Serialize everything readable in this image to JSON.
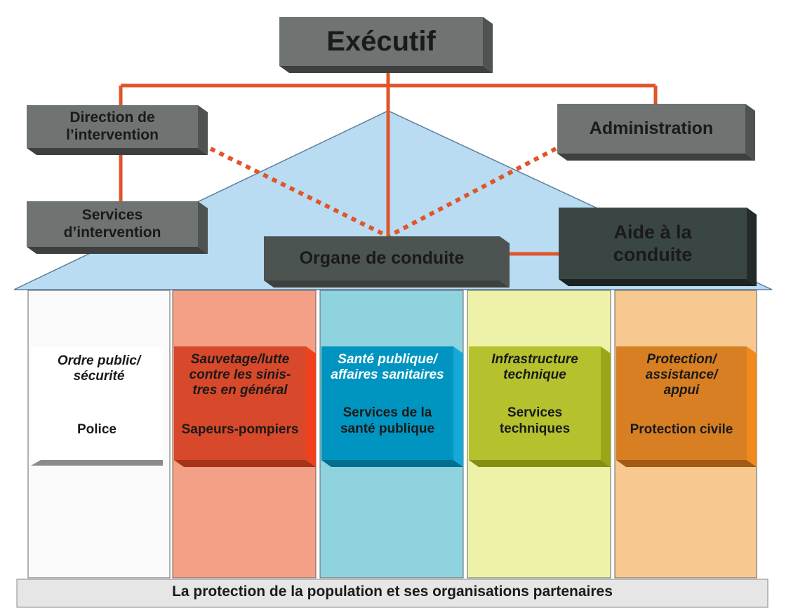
{
  "org": {
    "executif": "Exécutif",
    "direction": "Direction de\nl’intervention",
    "administration": "Administration",
    "services_intervention": "Services\nd’intervention",
    "organe": "Organe de conduite",
    "aide": "Aide à la\nconduite"
  },
  "pillars": [
    {
      "title": "Ordre public/\nsécurité",
      "service": "Police"
    },
    {
      "title": "Sauvetage/lutte\ncontre les sinis-\ntres en général",
      "service": "Sapeurs-pompiers"
    },
    {
      "title": "Santé publique/\naffaires sanitaires",
      "service": "Services de la\nsanté publique"
    },
    {
      "title": "Infrastructure\ntechnique",
      "service": "Services\ntechniques"
    },
    {
      "title": "Protection/\nassistance/\nappui",
      "service": "Protection civile"
    }
  ],
  "footer": "La protection de la population et ses organisations partenaires",
  "colors": {
    "roof": "#b9dcf2",
    "connector": "#e0552a",
    "grey_box": "#6f7371",
    "dark_box": "#3a4644",
    "pillar_bg": [
      "#fafafa",
      "#f4a087",
      "#8fd3df",
      "#eef2a8",
      "#f8c891"
    ],
    "card_front": [
      "#ffffff",
      "#d8482a",
      "#0095c0",
      "#b5c22e",
      "#d87f23"
    ],
    "card_side": [
      "#8a8a8a",
      "#f0401e",
      "#14a9d8",
      "#9aa617",
      "#f08a1e"
    ],
    "title_color": [
      "#1a1a1a",
      "#1a1a1a",
      "#ffffff",
      "#1a1a1a",
      "#1a1a1a"
    ]
  }
}
